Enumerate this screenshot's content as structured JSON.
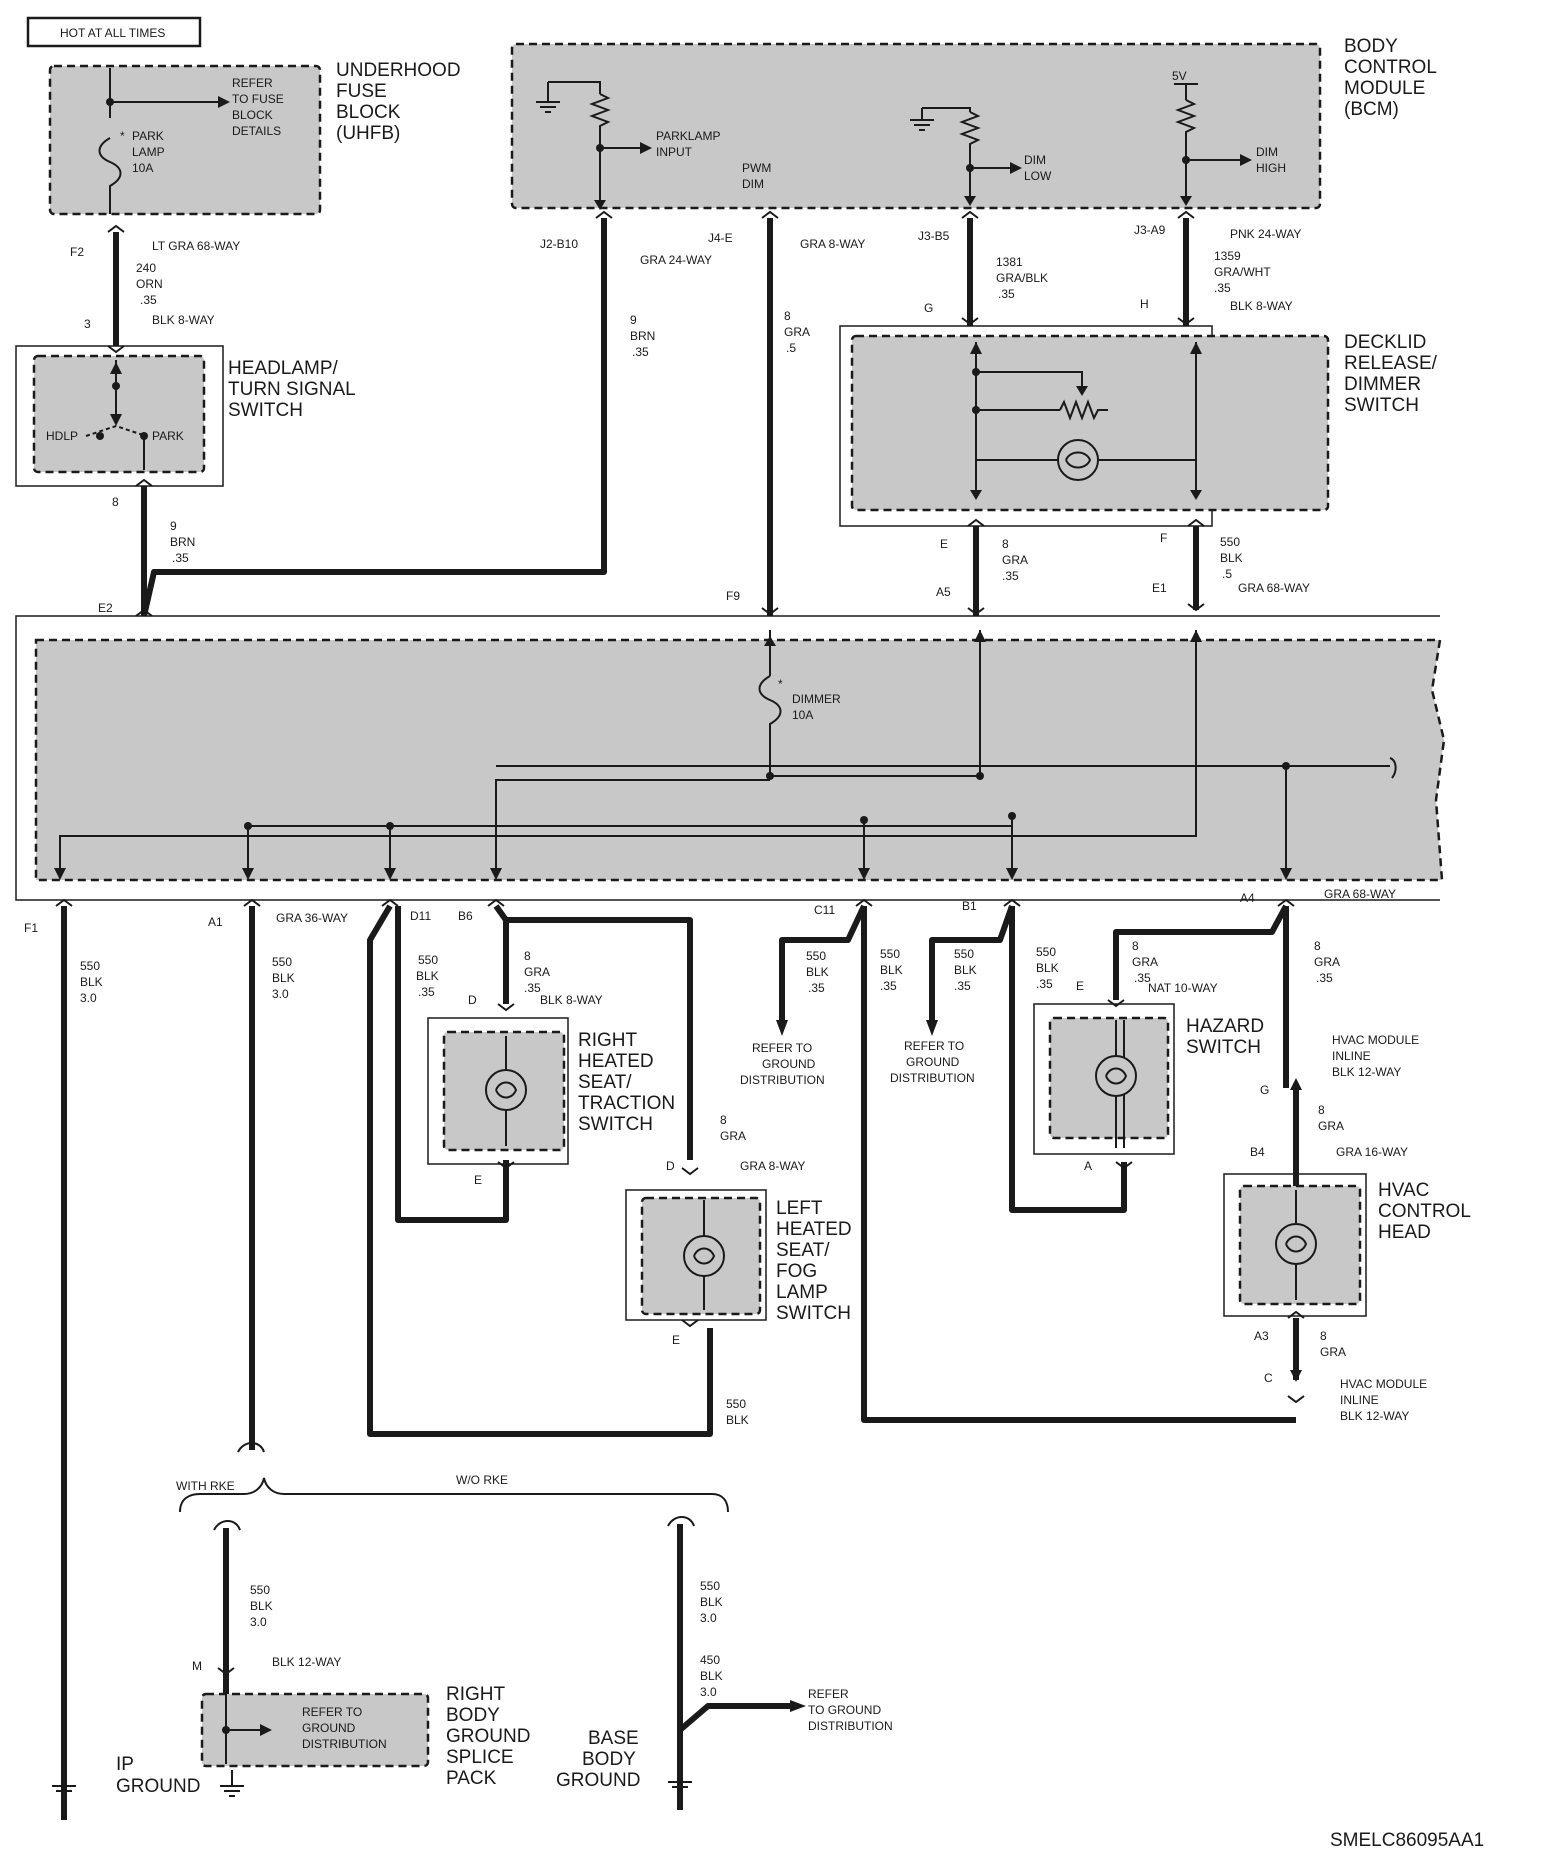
{
  "hot_label": "HOT AT ALL TIMES",
  "uhfb": {
    "title_lines": [
      "UNDERHOOD",
      "FUSE",
      "BLOCK",
      "(UHFB)"
    ],
    "refer_lines": [
      "REFER",
      "TO FUSE",
      "BLOCK",
      "DETAILS"
    ],
    "fuse_lines": [
      "PARK",
      "LAMP",
      "10A"
    ],
    "star": "*"
  },
  "bcm": {
    "title_lines": [
      "BODY",
      "CONTROL",
      "MODULE",
      "(BCM)"
    ],
    "parklamp_lines": [
      "PARKLAMP",
      "INPUT"
    ],
    "pwm_lines": [
      "PWM",
      "DIM"
    ],
    "dimlow_lines": [
      "DIM",
      "LOW"
    ],
    "dimhigh_lines": [
      "DIM",
      "HIGH"
    ],
    "v5": "5V"
  },
  "headlamp_switch": {
    "title_lines": [
      "HEADLAMP/",
      "TURN SIGNAL",
      "SWITCH"
    ],
    "hdlp": "HDLP",
    "park": "PARK"
  },
  "decklid": {
    "title_lines": [
      "DECKLID",
      "RELEASE/",
      "DIMMER",
      "SWITCH"
    ]
  },
  "dimmer_fuse": {
    "lines": [
      "DIMMER",
      "10A"
    ],
    "star": "*"
  },
  "right_seat": {
    "title_lines": [
      "RIGHT",
      "HEATED",
      "SEAT/",
      "TRACTION",
      "SWITCH"
    ]
  },
  "left_seat": {
    "title_lines": [
      "LEFT",
      "HEATED",
      "SEAT/",
      "FOG",
      "LAMP",
      "SWITCH"
    ]
  },
  "hazard": {
    "title_lines": [
      "HAZARD",
      "SWITCH"
    ]
  },
  "hvac": {
    "title_lines": [
      "HVAC",
      "CONTROL",
      "HEAD"
    ]
  },
  "refer_ground_lines": [
    "REFER TO",
    "GROUND",
    "DISTRIBUTION"
  ],
  "refer_ground2_lines": [
    "REFER",
    "TO GROUND",
    "DISTRIBUTION"
  ],
  "splice_refer_lines": [
    "REFER TO",
    "GROUND",
    "DISTRIBUTION"
  ],
  "rke": {
    "with": "WITH RKE",
    "without": "W/O RKE"
  },
  "grounds": {
    "ip_lines": [
      "IP",
      "GROUND"
    ],
    "splice_lines": [
      "RIGHT",
      "BODY",
      "GROUND",
      "SPLICE",
      "PACK"
    ],
    "base_lines": [
      "BASE",
      "BODY",
      "GROUND"
    ]
  },
  "diagram_id": "SMELC86095AA1",
  "labels": [
    {
      "id": "F2",
      "text": "F2"
    },
    {
      "id": "ltgra68",
      "text": "LT GRA 68-WAY"
    },
    {
      "id": "w240",
      "text": "240"
    },
    {
      "id": "orn",
      "text": "ORN"
    },
    {
      "id": "p35a",
      "text": ".35"
    },
    {
      "id": "n3",
      "text": "3"
    },
    {
      "id": "blk8a",
      "text": "BLK 8-WAY"
    },
    {
      "id": "n8a",
      "text": "8"
    },
    {
      "id": "w9a",
      "text": "9"
    },
    {
      "id": "brna",
      "text": "BRN"
    },
    {
      "id": "p35b",
      "text": ".35"
    },
    {
      "id": "E2",
      "text": "E2"
    },
    {
      "id": "J2B10",
      "text": "J2-B10"
    },
    {
      "id": "gra24a",
      "text": "GRA 24-WAY"
    },
    {
      "id": "w9b",
      "text": "9"
    },
    {
      "id": "brnb",
      "text": "BRN"
    },
    {
      "id": "p35c",
      "text": ".35"
    },
    {
      "id": "J4E",
      "text": "J4-E"
    },
    {
      "id": "gra8a",
      "text": "GRA 8-WAY"
    },
    {
      "id": "w8a",
      "text": "8"
    },
    {
      "id": "graa",
      "text": "GRA"
    },
    {
      "id": "p5a",
      "text": ".5"
    },
    {
      "id": "F9",
      "text": "F9"
    },
    {
      "id": "J3B5",
      "text": "J3-B5"
    },
    {
      "id": "J3A9",
      "text": "J3-A9"
    },
    {
      "id": "pnk24",
      "text": "PNK 24-WAY"
    },
    {
      "id": "w1381",
      "text": "1381"
    },
    {
      "id": "grablk",
      "text": "GRA/BLK"
    },
    {
      "id": "p35d",
      "text": ".35"
    },
    {
      "id": "w1359",
      "text": "1359"
    },
    {
      "id": "grawht",
      "text": "GRA/WHT"
    },
    {
      "id": "p35e",
      "text": ".35"
    },
    {
      "id": "G",
      "text": "G"
    },
    {
      "id": "H",
      "text": "H"
    },
    {
      "id": "blk8b",
      "text": "BLK 8-WAY"
    },
    {
      "id": "Ea",
      "text": "E"
    },
    {
      "id": "Fa",
      "text": "F"
    },
    {
      "id": "w8b",
      "text": "8"
    },
    {
      "id": "grab",
      "text": "GRA"
    },
    {
      "id": "p35f",
      "text": ".35"
    },
    {
      "id": "w550a",
      "text": "550"
    },
    {
      "id": "blka",
      "text": "BLK"
    },
    {
      "id": "p5b",
      "text": ".5"
    },
    {
      "id": "A5",
      "text": "A5"
    },
    {
      "id": "E1",
      "text": "E1"
    },
    {
      "id": "gra68a",
      "text": "GRA 68-WAY"
    },
    {
      "id": "F1",
      "text": "F1"
    },
    {
      "id": "A1",
      "text": "A1"
    },
    {
      "id": "gra36",
      "text": "GRA 36-WAY"
    },
    {
      "id": "D11",
      "text": "D11"
    },
    {
      "id": "B6",
      "text": "B6"
    },
    {
      "id": "C11",
      "text": "C11"
    },
    {
      "id": "B1",
      "text": "B1"
    },
    {
      "id": "A4",
      "text": "A4"
    },
    {
      "id": "gra68b",
      "text": "GRA 68-WAY"
    },
    {
      "id": "w550b",
      "text": "550"
    },
    {
      "id": "blkb",
      "text": "BLK"
    },
    {
      "id": "g30a",
      "text": "3.0"
    },
    {
      "id": "w550c",
      "text": "550"
    },
    {
      "id": "blkc",
      "text": "BLK"
    },
    {
      "id": "g30b",
      "text": "3.0"
    },
    {
      "id": "w550d",
      "text": "550"
    },
    {
      "id": "blkd",
      "text": "BLK"
    },
    {
      "id": "p35g",
      "text": ".35"
    },
    {
      "id": "w8c",
      "text": "8"
    },
    {
      "id": "grac",
      "text": "GRA"
    },
    {
      "id": "p35h",
      "text": ".35"
    },
    {
      "id": "Db",
      "text": "D"
    },
    {
      "id": "blk8c",
      "text": "BLK 8-WAY"
    },
    {
      "id": "w550e",
      "text": "550"
    },
    {
      "id": "blke",
      "text": "BLK"
    },
    {
      "id": "p35i",
      "text": ".35"
    },
    {
      "id": "w550f",
      "text": "550"
    },
    {
      "id": "blkf",
      "text": "BLK"
    },
    {
      "id": "p35j",
      "text": ".35"
    },
    {
      "id": "w550g",
      "text": "550"
    },
    {
      "id": "blkg",
      "text": "BLK"
    },
    {
      "id": "p35k",
      "text": ".35"
    },
    {
      "id": "w550h",
      "text": "550"
    },
    {
      "id": "blkh",
      "text": "BLK"
    },
    {
      "id": "p35l",
      "text": ".35"
    },
    {
      "id": "w8d",
      "text": "8"
    },
    {
      "id": "grad",
      "text": "GRA"
    },
    {
      "id": "p35m",
      "text": ".35"
    },
    {
      "id": "Ec",
      "text": "E"
    },
    {
      "id": "nat10",
      "text": "NAT 10-WAY"
    },
    {
      "id": "w8e",
      "text": "8"
    },
    {
      "id": "grae",
      "text": "GRA"
    },
    {
      "id": "p35n",
      "text": ".35"
    },
    {
      "id": "hvacinl1",
      "text": "HVAC MODULE"
    },
    {
      "id": "hvacinl2",
      "text": "INLINE"
    },
    {
      "id": "hvacinl3",
      "text": "BLK 12-WAY"
    },
    {
      "id": "Gb",
      "text": "G"
    },
    {
      "id": "w8f",
      "text": "8"
    },
    {
      "id": "graf",
      "text": "GRA"
    },
    {
      "id": "B4",
      "text": "B4"
    },
    {
      "id": "gra16",
      "text": "GRA 16-WAY"
    },
    {
      "id": "Ed",
      "text": "E"
    },
    {
      "id": "w8g",
      "text": "8"
    },
    {
      "id": "grag",
      "text": "GRA"
    },
    {
      "id": "Dd",
      "text": "D"
    },
    {
      "id": "gra8b",
      "text": "GRA 8-WAY"
    },
    {
      "id": "Aa",
      "text": "A"
    },
    {
      "id": "Ee",
      "text": "E"
    },
    {
      "id": "w550i",
      "text": "550"
    },
    {
      "id": "blki",
      "text": "BLK"
    },
    {
      "id": "A3",
      "text": "A3"
    },
    {
      "id": "w8h",
      "text": "8"
    },
    {
      "id": "grah",
      "text": "GRA"
    },
    {
      "id": "Cc",
      "text": "C"
    },
    {
      "id": "hvacinl4",
      "text": "HVAC MODULE"
    },
    {
      "id": "hvacinl5",
      "text": "INLINE"
    },
    {
      "id": "hvacinl6",
      "text": "BLK 12-WAY"
    },
    {
      "id": "w550j",
      "text": "550"
    },
    {
      "id": "blkj",
      "text": "BLK"
    },
    {
      "id": "g30c",
      "text": "3.0"
    },
    {
      "id": "M",
      "text": "M"
    },
    {
      "id": "blk12",
      "text": "BLK 12-WAY"
    },
    {
      "id": "w550k",
      "text": "550"
    },
    {
      "id": "blkk",
      "text": "BLK"
    },
    {
      "id": "g30d",
      "text": "3.0"
    },
    {
      "id": "w450",
      "text": "450"
    },
    {
      "id": "blkl",
      "text": "BLK"
    },
    {
      "id": "g30e",
      "text": "3.0"
    }
  ]
}
